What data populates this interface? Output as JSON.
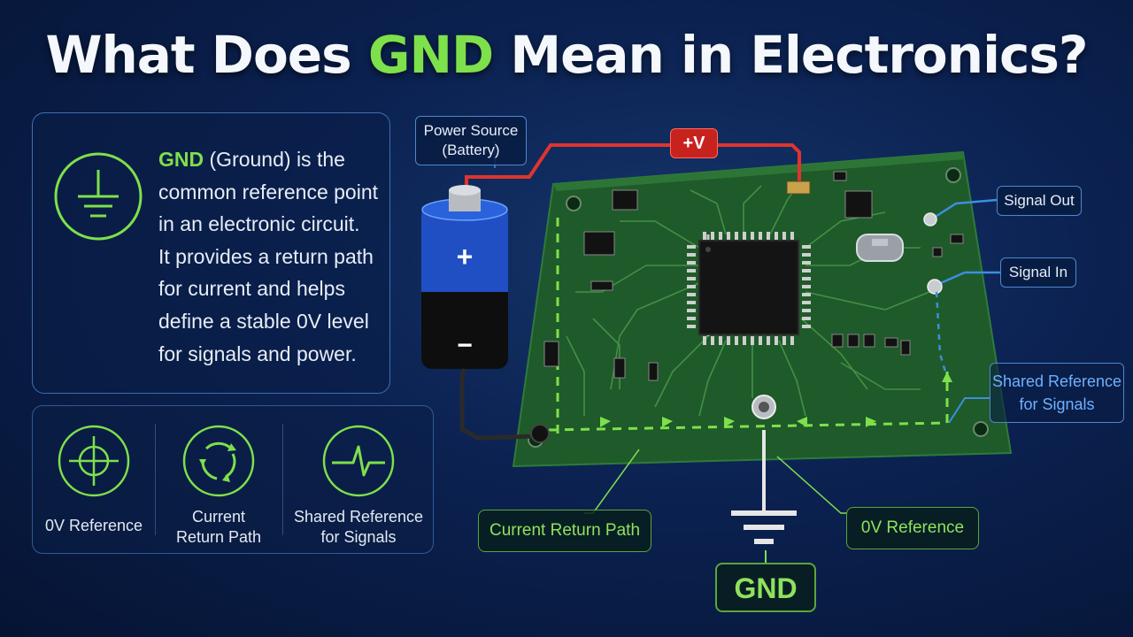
{
  "title": {
    "before": "What Does ",
    "highlight": "GND",
    "after": " Mean in Electronics?"
  },
  "info": {
    "highlight": "GND",
    "lines": [
      " (Ground) is the",
      "common reference point",
      "in an electronic circuit.",
      "It provides a return path",
      "for current and helps",
      "define a stable 0V level",
      "for signals and power."
    ]
  },
  "features": [
    {
      "label_lines": [
        "0V Reference"
      ],
      "icon": "crosshair-icon"
    },
    {
      "label_lines": [
        "Current",
        "Return Path"
      ],
      "icon": "cycle-arrows-icon"
    },
    {
      "label_lines": [
        "Shared Reference",
        "for Signals"
      ],
      "icon": "waveform-icon"
    }
  ],
  "diagram": {
    "power_source": [
      "Power Source",
      "(Battery)"
    ],
    "plus_v": "+V",
    "battery_plus": "+",
    "battery_minus": "−",
    "signal_out": "Signal Out",
    "signal_in": "Signal In",
    "shared_reference": [
      "Shared Reference",
      "for Signals"
    ],
    "current_return_path": "Current Return Path",
    "zero_v_reference": "0V Reference",
    "gnd": "GND"
  },
  "colors": {
    "accent_green": "#7ee04b",
    "pcb_green": "#1f5a2a",
    "wire_red": "#e0342f",
    "signal_blue": "#3b8fe0",
    "panel_border": "#3d6fb3"
  }
}
